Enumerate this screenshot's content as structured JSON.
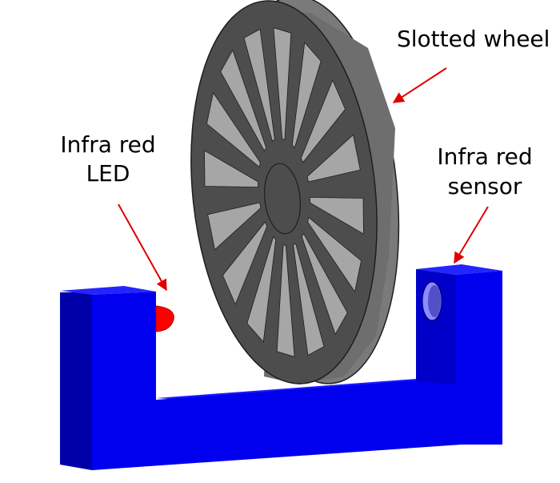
{
  "labels": {
    "wheel": "Slotted wheel",
    "led_line1": "Infra red",
    "led_line2": "LED",
    "sensor_line1": "Infra red",
    "sensor_line2": "sensor"
  },
  "colors": {
    "base_front": "#0000ee",
    "base_side": "#0000a8",
    "base_top": "#1a1aff",
    "base_edge": "#00006a",
    "wheel_face": "#4d4d4d",
    "wheel_rim": "#7a7a7a",
    "wheel_slot": "#a6a6a6",
    "wheel_edge": "#1e1e1e",
    "led": "#ff0000",
    "sensor_lens": "#8c8cff",
    "arrow": "#e00000"
  },
  "slot_count": 16
}
